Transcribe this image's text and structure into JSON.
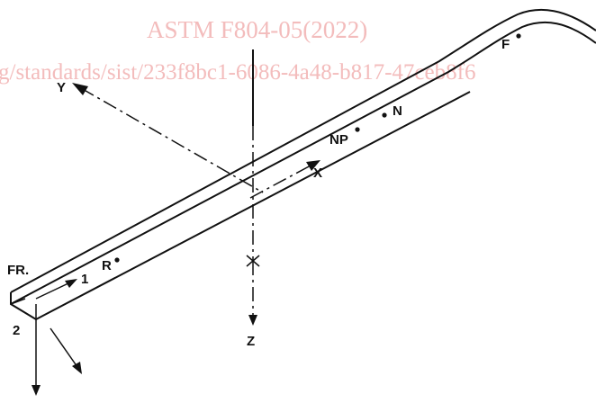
{
  "watermark": {
    "line1": "ASTM F804-05(2022)",
    "line2": "g/standards/sist/233f8bc1-6086-4a48-b817-47ceb8f6"
  },
  "labels": {
    "y_axis": "Y",
    "x_axis": "X",
    "z_axis": "Z",
    "fr": "FR.",
    "dir1": "1",
    "dir2": "2",
    "point_r": "R",
    "point_np": "NP",
    "point_n": "N",
    "point_f": "F"
  },
  "colors": {
    "line": "#111111",
    "watermark": "#f3bcbc"
  }
}
